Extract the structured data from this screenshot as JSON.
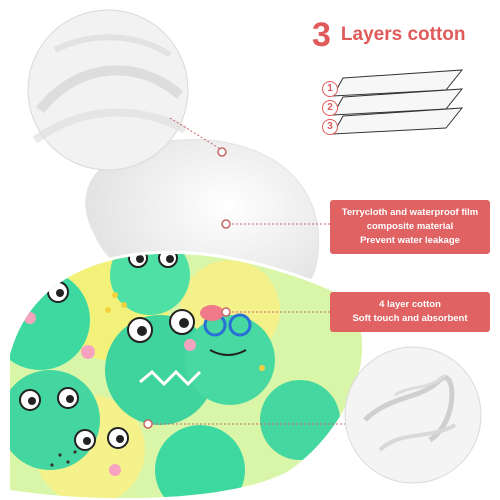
{
  "headline": {
    "number": "3",
    "text": "Layers cotton"
  },
  "layers": [
    "1",
    "2",
    "3"
  ],
  "callouts": [
    {
      "lines": [
        "Terrycloth and waterproof film",
        "composite material",
        "Prevent water leakage"
      ]
    },
    {
      "lines": [
        "4 layer cotton",
        "Soft touch and absorbent"
      ]
    }
  ],
  "colors": {
    "accent": "#e06262",
    "connector": "#c9666a",
    "print_green": "#3ed9a1",
    "print_yellow": "#f2f27a"
  },
  "icons": {
    "terry_closeup": "terrycloth-texture-icon",
    "muslin_closeup": "muslin-texture-icon"
  }
}
